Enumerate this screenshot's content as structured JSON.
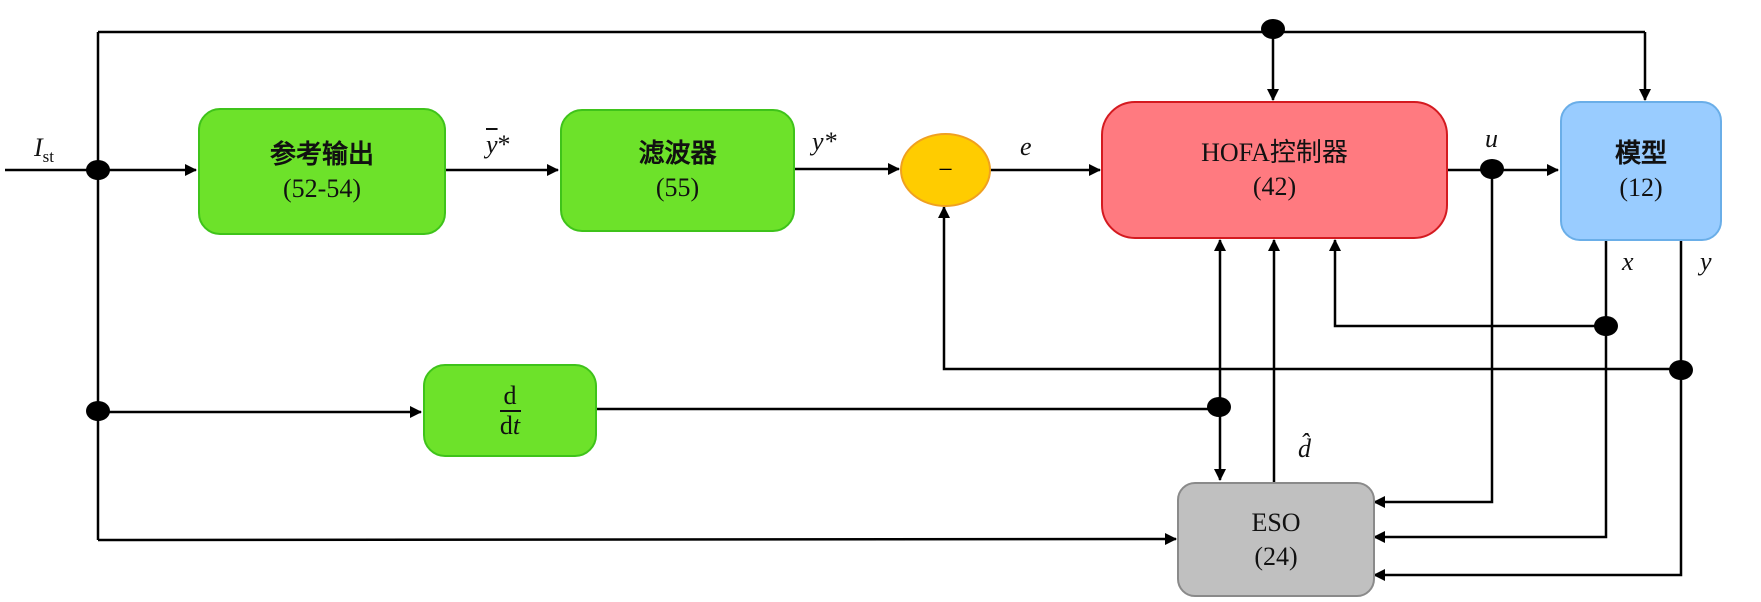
{
  "diagram": {
    "type": "control-block-diagram",
    "blocks": {
      "reference_output": {
        "title": "参考输出",
        "eq": "(52-54)",
        "color": "#6de22a"
      },
      "filter": {
        "title": "滤波器",
        "eq": "(55)",
        "color": "#6de22a"
      },
      "summing_junction": {
        "symbol": "−",
        "color": "#ffcc00"
      },
      "hofa_controller": {
        "title": "HOFA控制器",
        "eq": "(42)",
        "color": "#ff7a80"
      },
      "model": {
        "title": "模型",
        "eq": "(12)",
        "color": "#99ccff"
      },
      "derivative": {
        "num": "d",
        "den_d": "d",
        "den_t": "t",
        "color": "#6de22a"
      },
      "eso": {
        "title": "ESO",
        "eq": "(24)",
        "color": "#c0c0c0"
      }
    },
    "signals": {
      "input_main": "I",
      "input_sub": "st",
      "y_bar_star_base": "y",
      "y_bar_star_sup": "*",
      "y_star": "y*",
      "error": "e",
      "control": "u",
      "state": "x",
      "output": "y",
      "disturbance_hat": "d̂"
    },
    "connections": [
      {
        "from": "I_st",
        "to": "reference_output"
      },
      {
        "from": "reference_output",
        "to": "filter",
        "signal": "ȳ*"
      },
      {
        "from": "filter",
        "to": "summing_junction",
        "signal": "y*"
      },
      {
        "from": "summing_junction",
        "to": "hofa_controller",
        "signal": "e"
      },
      {
        "from": "hofa_controller",
        "to": "model",
        "signal": "u"
      },
      {
        "from": "I_st",
        "to": "hofa_controller",
        "via": "top-bus"
      },
      {
        "from": "I_st",
        "to": "model",
        "via": "top-bus"
      },
      {
        "from": "I_st",
        "to": "derivative"
      },
      {
        "from": "I_st",
        "to": "eso"
      },
      {
        "from": "derivative",
        "to": "hofa_controller"
      },
      {
        "from": "derivative",
        "to": "eso"
      },
      {
        "from": "eso",
        "to": "hofa_controller",
        "signal": "d̂"
      },
      {
        "from": "model",
        "to": "hofa_controller",
        "signal": "x"
      },
      {
        "from": "model",
        "to": "summing_junction",
        "signal": "y"
      },
      {
        "from": "u",
        "to": "eso"
      },
      {
        "from": "x",
        "to": "eso"
      },
      {
        "from": "y",
        "to": "eso"
      }
    ]
  }
}
